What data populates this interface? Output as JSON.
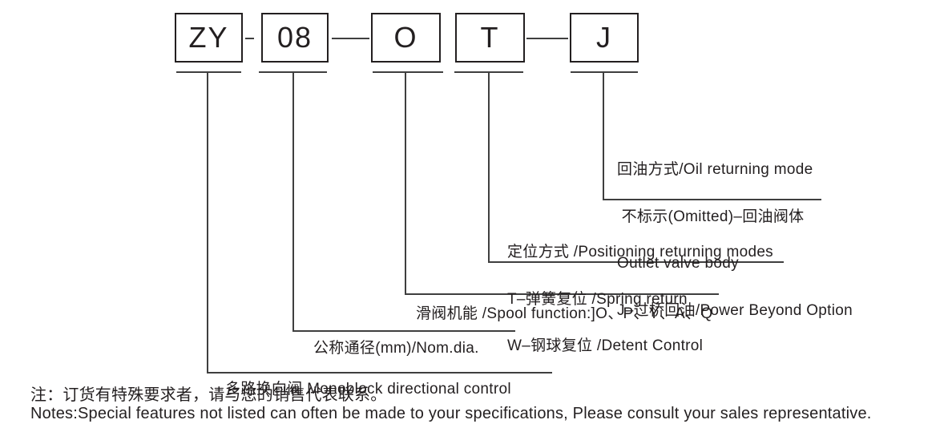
{
  "diagram": {
    "code_boxes": [
      {
        "id": "zy",
        "label": "ZY"
      },
      {
        "id": "08",
        "label": "08"
      },
      {
        "id": "o",
        "label": "O"
      },
      {
        "id": "t",
        "label": "T"
      },
      {
        "id": "j",
        "label": "J"
      }
    ],
    "annotations": {
      "oil_return": {
        "lines": [
          "回油方式/Oil returning mode",
          " 不标示(Omitted)–回油阀体",
          "Outlet valve body",
          "J–过桥回油/Power Beyond Option"
        ]
      },
      "positioning": {
        "lines": [
          "定位方式 /Positioning returning modes",
          "T–弹簧复位 /Spring return",
          "W–钢球复位 /Detent Control"
        ]
      },
      "spool": {
        "lines": [
          "滑阀机能 /Spool function:]O、P、Y、A、Q"
        ]
      },
      "nom_dia": {
        "lines": [
          "公称通径(mm)/Nom.dia."
        ]
      },
      "monoblock": {
        "lines": [
          "多路换向阀 Monoblock directional control"
        ]
      }
    },
    "notes": {
      "zh": "注：订货有特殊要求者，请与您的销售代表联系。",
      "en": "Notes:Special features not listed can often be made to your specifications, Please consult your sales representative."
    },
    "colors": {
      "text": "#231f20",
      "line": "#3f3f3f",
      "background": "#ffffff"
    }
  }
}
